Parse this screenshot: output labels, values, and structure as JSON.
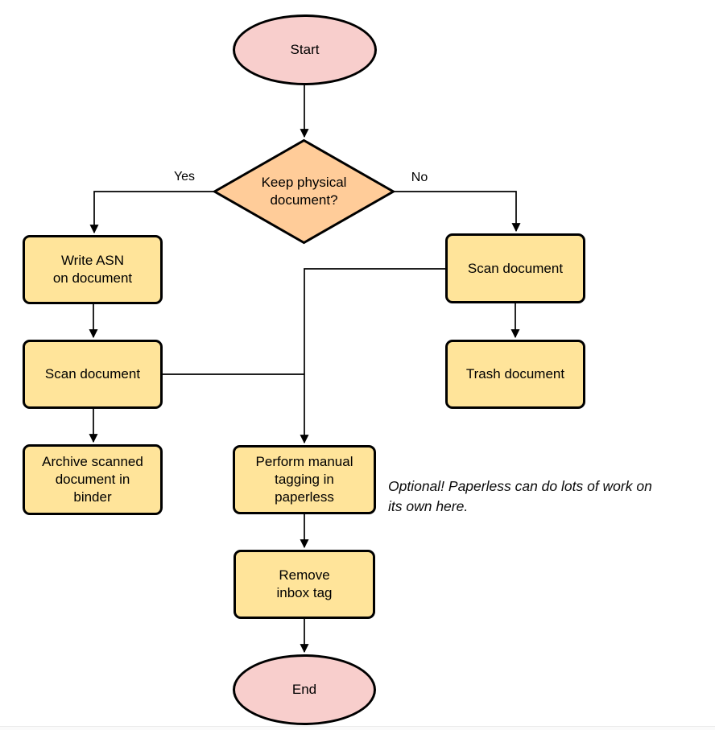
{
  "diagram": {
    "title_hint": "Document intake flowchart",
    "nodes": {
      "start": "Start",
      "decision": "Keep physical\ndocument?",
      "write_asn": "Write ASN\non document",
      "scan_left": "Scan document",
      "archive": "Archive scanned\ndocument in\nbinder",
      "scan_right": "Scan document",
      "trash": "Trash document",
      "tagging": "Perform manual\ntagging in\npaperless",
      "remove_inbox": "Remove\ninbox tag",
      "end": "End"
    },
    "edge_labels": {
      "yes": "Yes",
      "no": "No"
    },
    "note": "Optional! Paperless can do lots of work on\nits own here.",
    "colors": {
      "terminal_fill": "#F8CECC",
      "decision_fill": "#FFCC99",
      "process_fill": "#FFE49A",
      "outline": "#000000",
      "connector": "#000000",
      "background": "#FFFFFF"
    }
  }
}
